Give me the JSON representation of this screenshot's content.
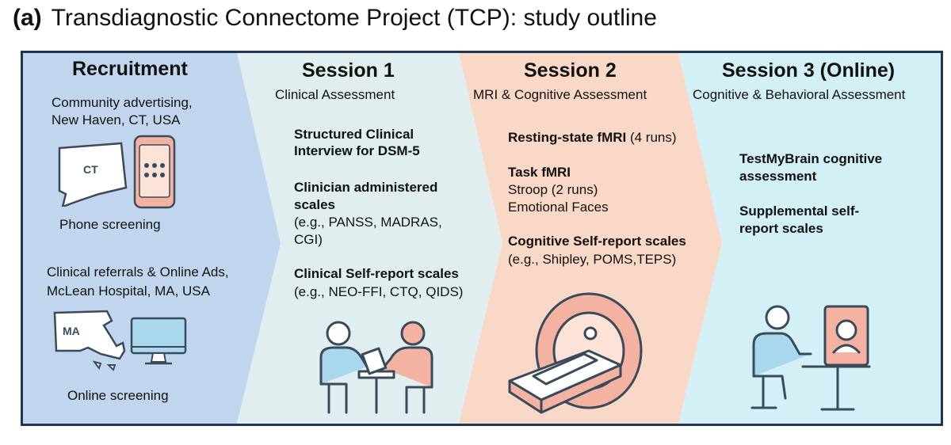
{
  "title": {
    "label": "(a)",
    "text": "Transdiagnostic Connectome Project (TCP): study outline"
  },
  "colors": {
    "recruitment": "#c1d6ee",
    "session1": "#e0eef0",
    "session2": "#fad8c8",
    "session3": "#d2f0f5",
    "frame": "#1f3550",
    "icon_stroke": "#3b4a5a",
    "icon_pink": "#f4b3a2",
    "icon_blue": "#a9d7ee"
  },
  "recruitment": {
    "heading": "Recruitment",
    "site1_line1": "Community advertising,",
    "site1_line2": "New Haven, CT, USA",
    "state1_abbr": "CT",
    "screening1": "Phone screening",
    "site2_line1": "Clinical referrals & Online Ads,",
    "site2_line2": "McLean Hospital, MA, USA",
    "state2_abbr": "MA",
    "screening2": "Online screening"
  },
  "session1": {
    "heading": "Session 1",
    "subheading": "Clinical Assessment",
    "item1_line1": "Structured Clinical",
    "item1_line2": "Interview for DSM-5",
    "item2_line1": "Clinician administered",
    "item2_line2": "scales",
    "item2_line3": "(e.g., PANSS, MADRAS,",
    "item2_line4": "CGI)",
    "item3_line1": "Clinical Self-report scales",
    "item3_line2": "(e.g., NEO-FFI, CTQ, QIDS)"
  },
  "session2": {
    "heading": "Session 2",
    "subheading": "MRI & Cognitive Assessment",
    "item1_bold": "Resting-state fMRI",
    "item1_rest": " (4 runs)",
    "item2_line1": "Task fMRI",
    "item2_line2": "Stroop (2 runs)",
    "item2_line3": "Emotional Faces",
    "item3_line1": "Cognitive Self-report scales",
    "item3_line2": "(e.g., Shipley, POMS,TEPS)"
  },
  "session3": {
    "heading": "Session 3 (Online)",
    "subheading": "Cognitive & Behavioral Assessment",
    "item1_line1": "TestMyBrain cognitive",
    "item1_line2": "assessment",
    "item2_line1": "Supplemental self-",
    "item2_line2": "report scales"
  }
}
